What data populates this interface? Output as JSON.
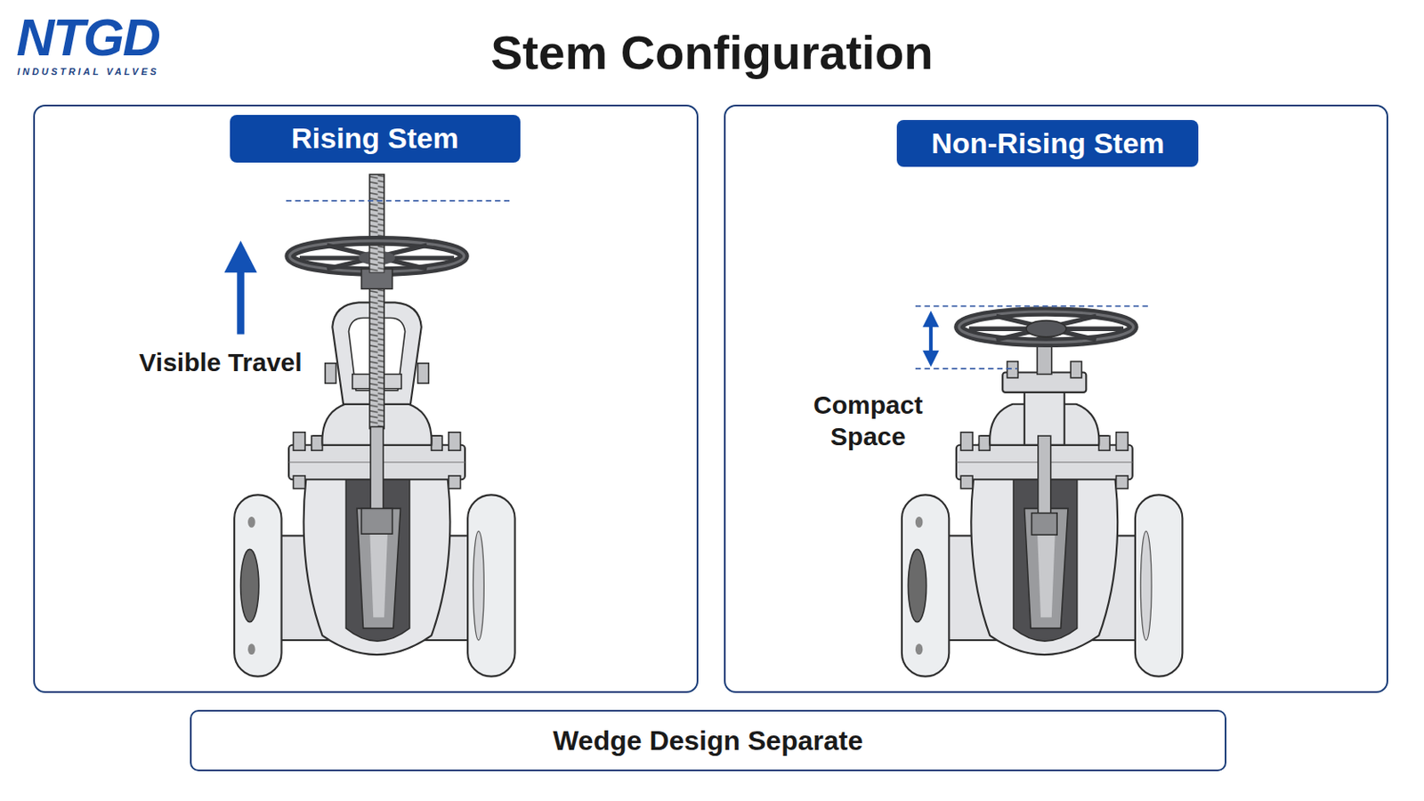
{
  "diagram": {
    "title": "Stem Configuration",
    "nodes": [
      {
        "text": [
          "Visible Travel"
        ]
      },
      {
        "text": [
          "Rising Stem"
        ],
        "in": 0
      },
      {
        "text": [
          "Compact Space"
        ]
      },
      {
        "text": [
          "Non-Rising Stem"
        ],
        "in": 2
      },
      {
        "text": [
          "Wedge Design Separate"
        ]
      }
    ],
    "labels": [
      "NTGD",
      "INDUSTRIAL VALVES"
    ]
  }
}
